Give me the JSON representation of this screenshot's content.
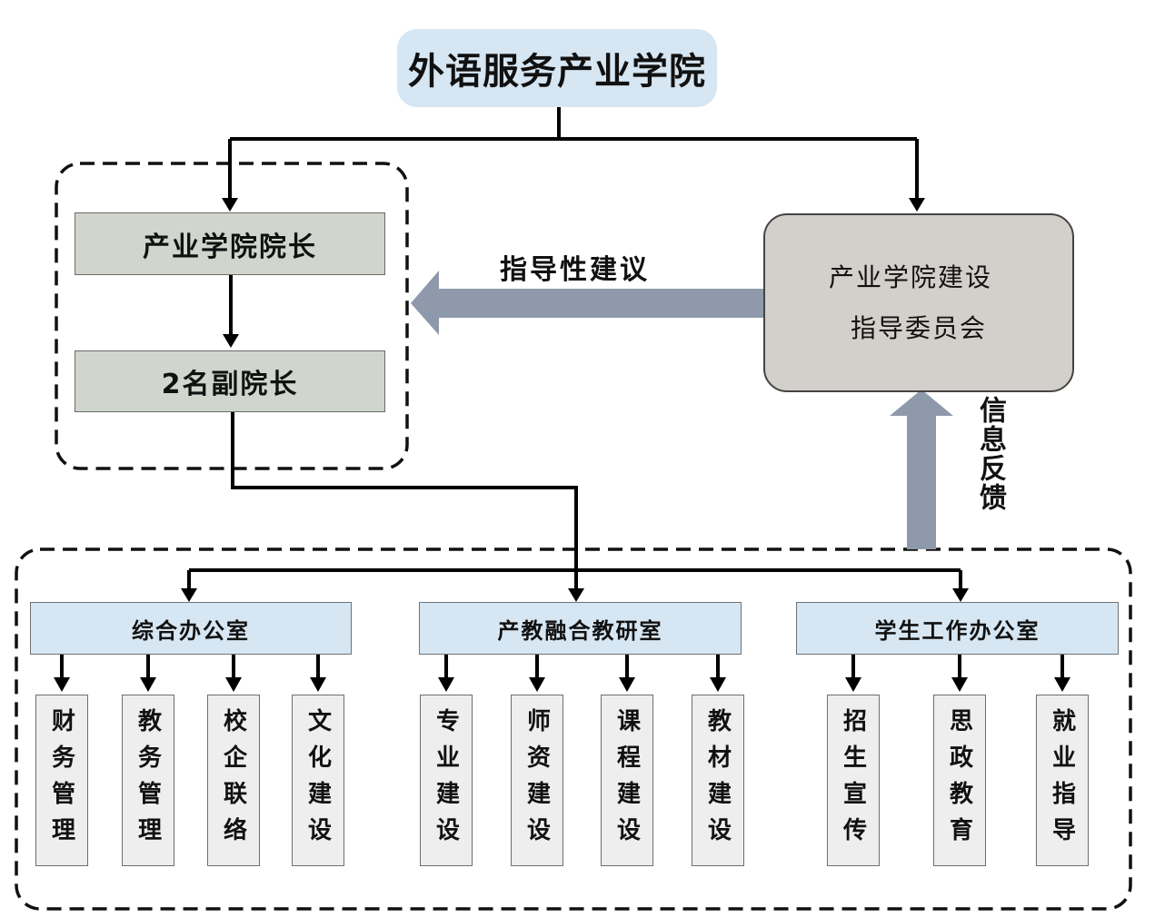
{
  "root": {
    "title": "外语服务产业学院"
  },
  "leadership": {
    "dean": "产业学院院长",
    "vice_deans": "2名副院长"
  },
  "committee": {
    "line1": "产业学院建设",
    "line2": "指导委员会"
  },
  "flows": {
    "guidance": "指导性建议",
    "feedback": "信息反馈"
  },
  "departments": [
    {
      "name": "综合办公室",
      "tasks": [
        "财务管理",
        "教务管理",
        "校企联络",
        "文化建设"
      ]
    },
    {
      "name": "产教融合教研室",
      "tasks": [
        "专业建设",
        "师资建设",
        "课程建设",
        "教材建设"
      ]
    },
    {
      "name": "学生工作办公室",
      "tasks": [
        "招生宣传",
        "思政教育",
        "就业指导"
      ]
    }
  ],
  "colors": {
    "root_fill": "#d6e6f2",
    "leader_fill": "#d0d6cd",
    "committee_fill": "#d3cfca",
    "dept_fill": "#d6e6f2",
    "task_fill": "#eeeeee",
    "flow_arrow": "#8e9aab"
  }
}
